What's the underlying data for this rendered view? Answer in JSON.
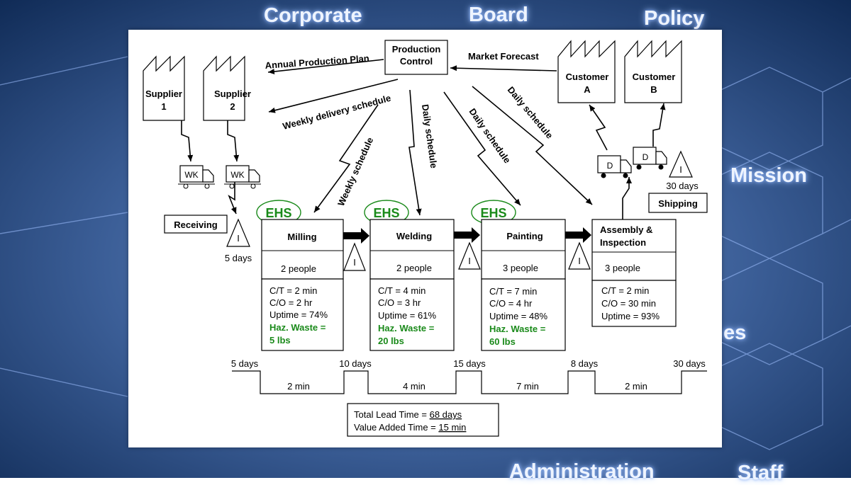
{
  "background_words": [
    "Corporate",
    "Board",
    "Policy",
    "Mission",
    "es",
    "Administration",
    "Staff"
  ],
  "production_control": {
    "line1": "Production",
    "line2": "Control"
  },
  "arrows": {
    "annual_plan": "Annual Production Plan",
    "market_forecast": "Market Forecast",
    "weekly_delivery": "Weekly delivery schedule",
    "weekly_schedule": "Weekly schedule",
    "daily_schedule": "Daily schedule"
  },
  "suppliers": [
    {
      "line1": "Supplier",
      "line2": "1"
    },
    {
      "line1": "Supplier",
      "line2": "2"
    }
  ],
  "customers": [
    {
      "line1": "Customer",
      "line2": "A"
    },
    {
      "line1": "Customer",
      "line2": "B"
    }
  ],
  "truck_labels": {
    "supplier": "WK",
    "customer": "D"
  },
  "receiving": "Receiving",
  "shipping": "Shipping",
  "inventory_symbol": "I",
  "inventory_days": {
    "receiving": "5 days",
    "shipping": "30 days"
  },
  "ehs_label": "EHS",
  "processes": [
    {
      "name": "Milling",
      "people": "2 people",
      "ct": "C/T = 2 min",
      "co": "C/O = 2 hr",
      "uptime": "Uptime = 74%",
      "waste1": "Haz. Waste =",
      "waste2": "5 lbs"
    },
    {
      "name": "Welding",
      "people": "2 people",
      "ct": "C/T = 4 min",
      "co": "C/O = 3 hr",
      "uptime": "Uptime = 61%",
      "waste1": "Haz. Waste =",
      "waste2": "20 lbs"
    },
    {
      "name": "Painting",
      "people": "3 people",
      "ct": "C/T = 7 min",
      "co": "C/O = 4 hr",
      "uptime": "Uptime = 48%",
      "waste1": "Haz. Waste =",
      "waste2": "60 lbs"
    },
    {
      "name_line1": "Assembly &",
      "name_line2": "Inspection",
      "people": "3 people",
      "ct": "C/T = 2 min",
      "co": "C/O = 30 min",
      "uptime": "Uptime = 93%"
    }
  ],
  "timeline": {
    "days": [
      "5 days",
      "10 days",
      "15 days",
      "8 days",
      "30 days"
    ],
    "times": [
      "2 min",
      "4 min",
      "7 min",
      "2 min"
    ]
  },
  "summary": {
    "lead_label": "Total Lead Time = ",
    "lead_value": "68 days",
    "va_label": "Value Added Time = ",
    "va_value": "15 min"
  },
  "colors": {
    "ehs_green": "#1a8a1a",
    "background_blue": "#3d5f96"
  }
}
